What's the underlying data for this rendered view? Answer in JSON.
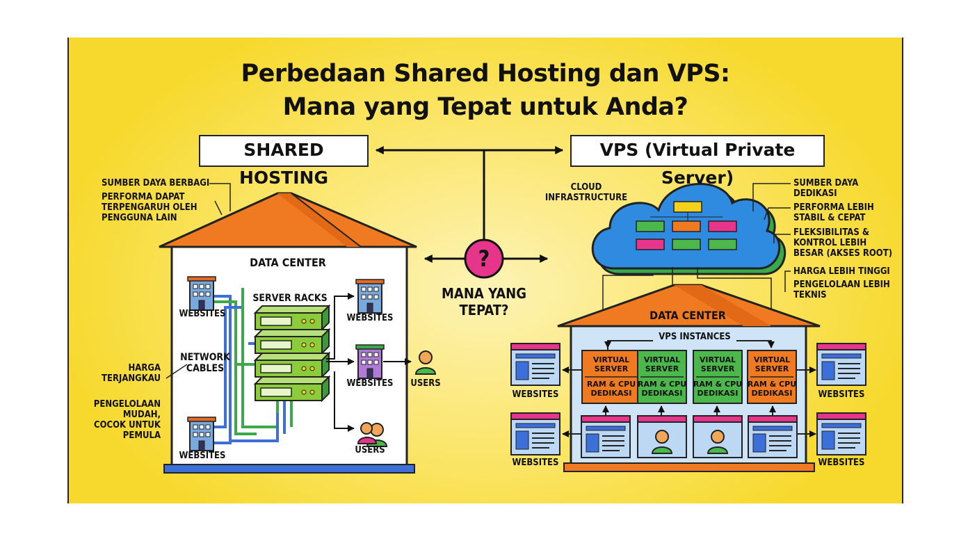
{
  "title_line1": "Perbedaan Shared Hosting dan VPS:",
  "title_line2": "Mana yang Tepat untuk Anda?",
  "shared": {
    "heading": "SHARED HOSTING",
    "notes": {
      "resources": "SUMBER DAYA BERBAGI",
      "performance": "PERFORMA DAPAT\nTERPENGARUH OLEH\nPENGGUNA LAIN",
      "price": "HARGA\nTERJANGKAU",
      "management": "PENGELOLAAN\nMUDAH,\nCOCOK UNTUK\nPEMULA"
    },
    "data_center": "DATA CENTER",
    "server_racks": "SERVER RACKS",
    "network_cables": "NETWORK\nCABLES",
    "websites": "WEBSITES",
    "users": "USERS"
  },
  "center": {
    "question": "?",
    "label": "MANA YANG\nTEPAT?"
  },
  "vps": {
    "heading": "VPS (Virtual Private Server)",
    "cloud_label": "CLOUD\nINFRASTRUCTURE",
    "notes": {
      "resources": "SUMBER DAYA\nDEDIKASI",
      "performance": "PERFORMA LEBIH\nSTABIL & CEPAT",
      "flexibility": "FLEKSIBILITAS &\nKONTROL LEBIH\nBESAR (AKSES ROOT)",
      "price": "HARGA LEBIH TINGGI",
      "management": "PENGELOLAAN LEBIH\nTEKNIS"
    },
    "data_center": "DATA CENTER",
    "instances_label": "VPS INSTANCES",
    "virtual_server": "VIRTUAL\nSERVER",
    "ram_cpu": "RAM & CPU\nDEDIKASI",
    "websites": "WEBSITES"
  },
  "colors": {
    "roof": "#f07a22",
    "wall_shared": "#ffffff",
    "wall_vps": "#cfe4f7",
    "server": "#8ccc3a",
    "cable_blue": "#3d6fd8",
    "cable_green": "#3aa94a",
    "vs_orange": "#f07a22",
    "vs_green": "#4cb84c",
    "magenta": "#e8358c",
    "cloud": "#2f8be0"
  },
  "icons": [
    "building-icon",
    "user-icon",
    "browser-window-icon",
    "cloud-icon",
    "question-icon"
  ]
}
